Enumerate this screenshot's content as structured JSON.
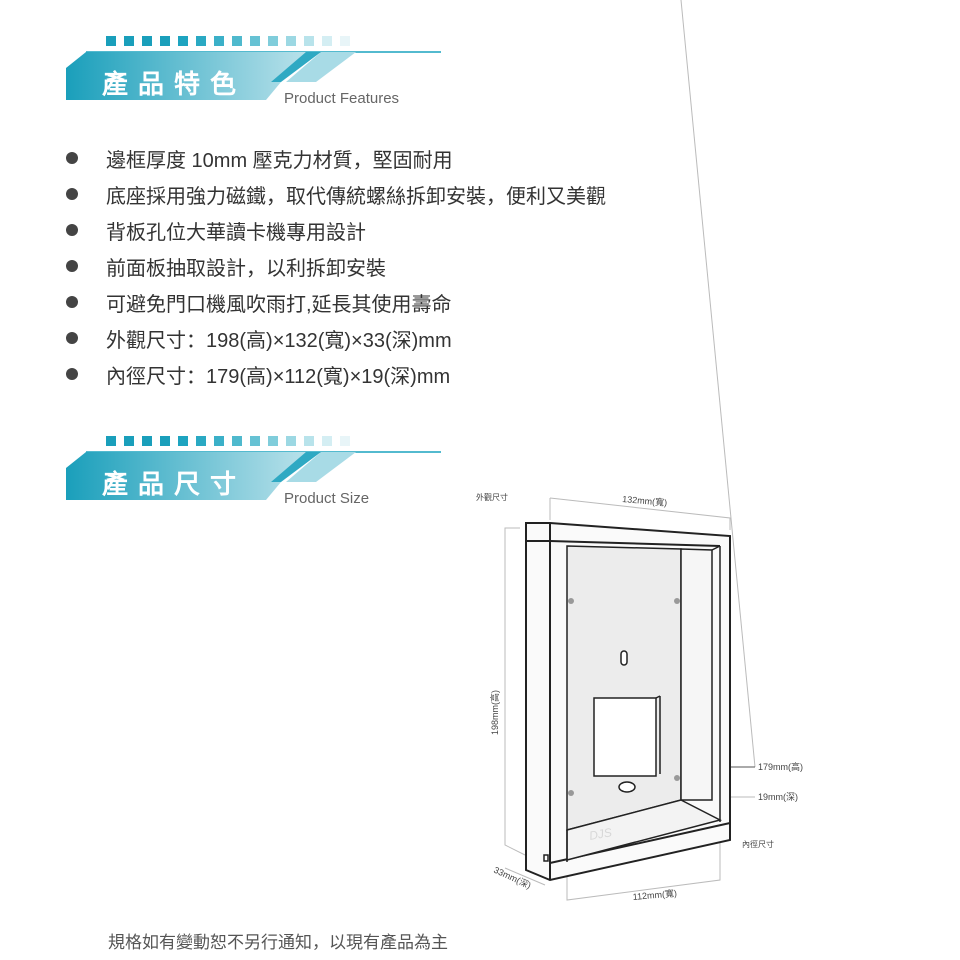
{
  "features_header": {
    "title_cn": "產品特色",
    "title_en": "Product Features"
  },
  "features": [
    "邊框厚度 10mm 壓克力材質，堅固耐用",
    "底座採用強力磁鐵，取代傳統螺絲拆卸安裝，便利又美觀",
    "背板孔位大華讀卡機專用設計",
    "前面板抽取設計，以利拆卸安裝",
    "可避免門口機風吹雨打,延長其使用壽命",
    "外觀尺寸：198(高)×132(寬)×33(深)mm",
    "內徑尺寸：179(高)×112(寬)×19(深)mm"
  ],
  "size_header": {
    "title_cn": "產品尺寸",
    "title_en": "Product Size"
  },
  "diagram": {
    "outer_label": "外觀尺寸",
    "inner_label": "內徑尺寸",
    "width_outer": "132mm(寬)",
    "height_outer": "198mm(高)",
    "depth_outer": "33mm(深)",
    "width_inner": "112mm(寬)",
    "height_inner": "179mm(高)",
    "depth_inner": "19mm(深)",
    "logo": "DJS"
  },
  "footer": "規格如有變動恕不另行通知，以現有產品為主",
  "colors": {
    "accent": "#1aa3bf"
  }
}
